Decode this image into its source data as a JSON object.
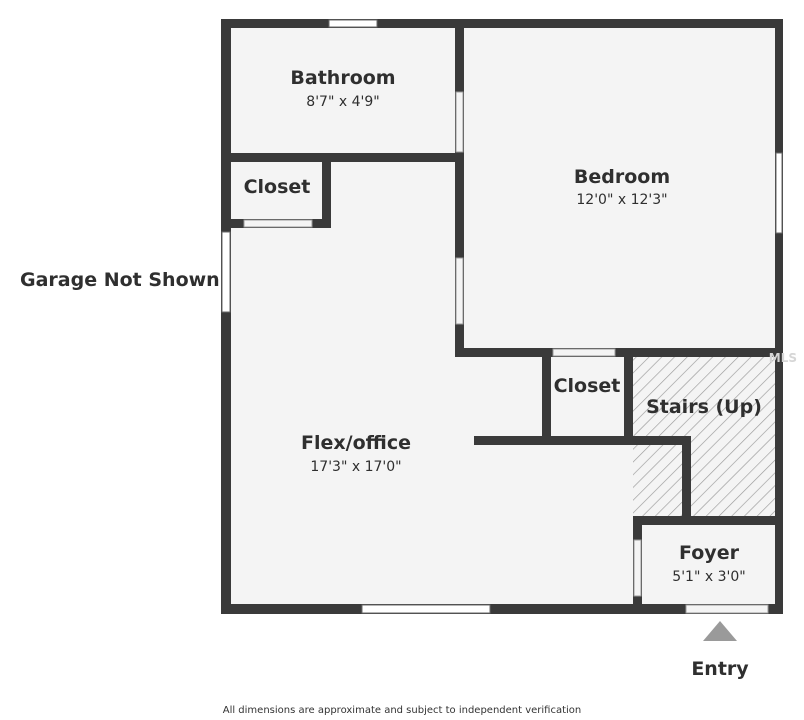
{
  "rooms": {
    "bathroom": {
      "name": "Bathroom",
      "dims": "8'7\" x 4'9\""
    },
    "bedroom": {
      "name": "Bedroom",
      "dims": "12'0\" x 12'3\""
    },
    "closet_left": {
      "name": "Closet"
    },
    "closet_mid": {
      "name": "Closet"
    },
    "stairs": {
      "name": "Stairs (Up)"
    },
    "flex": {
      "name": "Flex/office",
      "dims": "17'3\" x 17'0\""
    },
    "foyer": {
      "name": "Foyer",
      "dims": "5'1\" x 3'0\""
    }
  },
  "labels": {
    "garage": "Garage Not Shown",
    "entry": "Entry",
    "watermark": "MLS"
  },
  "footnote": "All dimensions are approximate and subject to independent verification",
  "colors": {
    "wall": "#3a3a3a",
    "floor": "#f4f4f4",
    "window": "#ffffff",
    "stairs_hatch": "#9a9a9a",
    "entry_arrow": "#9a9a9a"
  }
}
